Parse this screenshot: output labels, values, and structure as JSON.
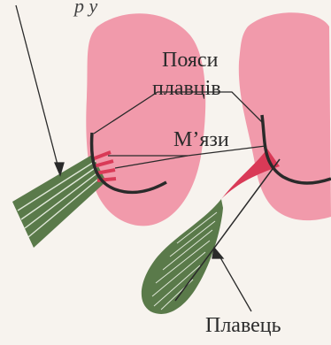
{
  "labels": {
    "top_partial": "р     у",
    "girdles_line1": "Пояси",
    "girdles_line2": "плавців",
    "muscles": "М’язи",
    "fin": "Плавець"
  },
  "colors": {
    "body_pink": "#f19aab",
    "muscle_red": "#d93a57",
    "fin_green": "#5a7a4a",
    "fin_rays": "#dfe7d7",
    "outline": "#2a2a2a",
    "background": "#f7f3ee"
  }
}
